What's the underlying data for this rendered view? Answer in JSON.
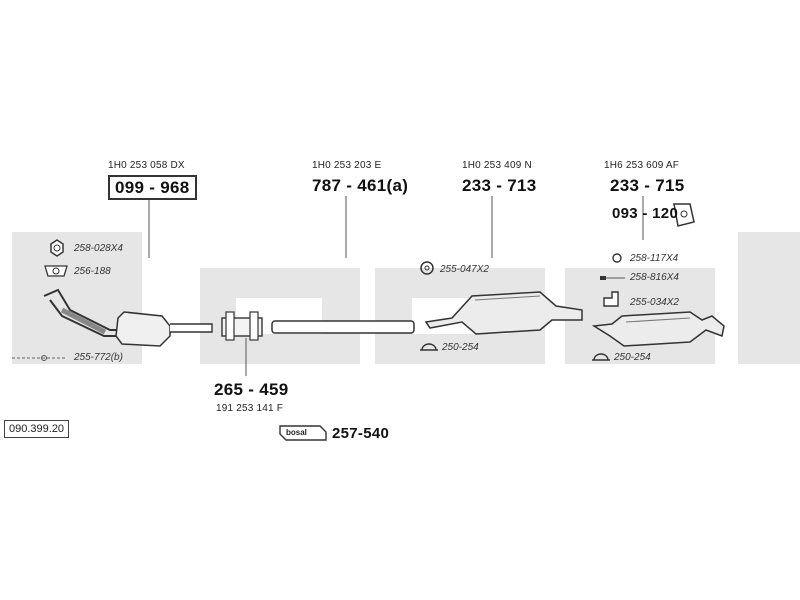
{
  "diagram": {
    "kit_number": "090.399.20",
    "brand_logo_text": "bosal",
    "parts": [
      {
        "id": "catalyst",
        "oem": "1H0 253 058 DX",
        "part_number": "099 - 968"
      },
      {
        "id": "middle-pipe",
        "oem": "1H0 253 203 E",
        "part_number": "787 - 461(a)"
      },
      {
        "id": "middle-silencer",
        "oem": "1H0 253 409 N",
        "part_number": "233 - 713"
      },
      {
        "id": "rear-silencer",
        "oem": "1H6 253 609 AF",
        "part_number": "233 - 715"
      },
      {
        "id": "clamp",
        "oem": "191 253 141 F",
        "part_number": "265 - 459"
      }
    ],
    "rear_bracket_part": "093 - 120",
    "assembly_paste_part": "257-540",
    "small_parts": [
      {
        "id": "nut",
        "label": "258-028X4"
      },
      {
        "id": "gasket-front",
        "label": "256-188"
      },
      {
        "id": "bolt-front",
        "label": "255-772(b)"
      },
      {
        "id": "rubber-middle",
        "label": "255-047X2"
      },
      {
        "id": "clamp-middle",
        "label": "250-254"
      },
      {
        "id": "spring-washer",
        "label": "258-117X4"
      },
      {
        "id": "bolt-rear",
        "label": "258-816X4"
      },
      {
        "id": "hanger-rear",
        "label": "255-034X2"
      },
      {
        "id": "clamp-rear",
        "label": "250-254"
      }
    ]
  }
}
